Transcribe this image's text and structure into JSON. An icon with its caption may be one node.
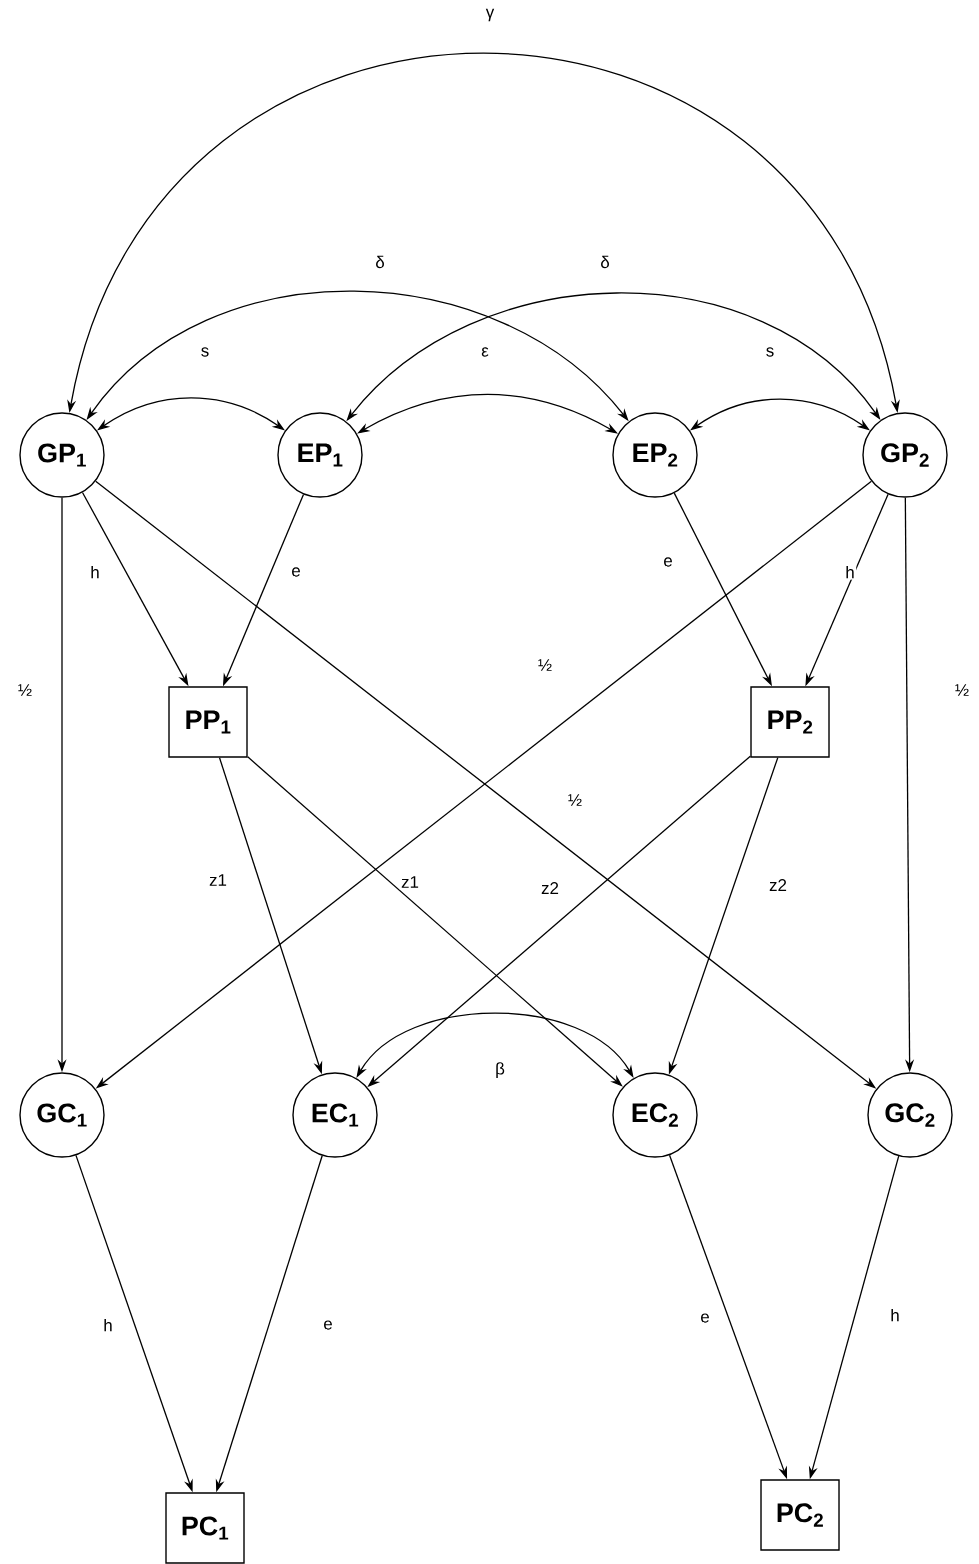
{
  "diagram": {
    "nodes": [
      {
        "text": [
          "GP$_{1}$"
        ]
      },
      {
        "text": [
          "EP$_{1}$"
        ]
      },
      {
        "text": [
          "EP$_{2}$"
        ]
      },
      {
        "text": [
          "GP$_{2}$"
        ]
      },
      {
        "text": [
          "PP$_{1}$"
        ]
      },
      {
        "text": [
          "PP$_{2}$"
        ]
      },
      {
        "text": [
          "GC$_{1}$"
        ]
      },
      {
        "text": [
          "EC$_{1}$"
        ]
      },
      {
        "text": [
          "EC$_{2}$"
        ]
      },
      {
        "text": [
          "GC$_{2}$"
        ]
      },
      {
        "text": [
          "PC$_{1}$"
        ]
      },
      {
        "text": [
          "PC$_{2}$"
        ]
      }
    ],
    "edges": [
      {
        "from": 0,
        "to": 3,
        "arrow": "both",
        "label": "γ"
      },
      {
        "from": 0,
        "to": 2,
        "arrow": "both",
        "label": "δ"
      },
      {
        "from": 1,
        "to": 3,
        "arrow": "both",
        "label": "δ"
      },
      {
        "from": 0,
        "to": 1,
        "arrow": "both",
        "label": "s"
      },
      {
        "from": 1,
        "to": 2,
        "arrow": "both",
        "label": "ε"
      },
      {
        "from": 2,
        "to": 3,
        "arrow": "both",
        "label": "s"
      },
      {
        "from": 0,
        "to": 4,
        "arrow": "to",
        "label": "h"
      },
      {
        "from": 1,
        "to": 4,
        "arrow": "to",
        "label": "e"
      },
      {
        "from": 2,
        "to": 5,
        "arrow": "to",
        "label": "e"
      },
      {
        "from": 3,
        "to": 5,
        "arrow": "to",
        "label": "h"
      },
      {
        "from": 0,
        "to": 6,
        "arrow": "to",
        "label": "½"
      },
      {
        "from": 3,
        "to": 6,
        "arrow": "to",
        "label": "½"
      },
      {
        "from": 0,
        "to": 9,
        "arrow": "to",
        "label": "½"
      },
      {
        "from": 3,
        "to": 9,
        "arrow": "to",
        "label": "½"
      },
      {
        "from": 4,
        "to": 7,
        "arrow": "to",
        "label": "z1"
      },
      {
        "from": 4,
        "to": 8,
        "arrow": "to",
        "label": "z1"
      },
      {
        "from": 5,
        "to": 7,
        "arrow": "to",
        "label": "z2"
      },
      {
        "from": 5,
        "to": 8,
        "arrow": "to",
        "label": "z2"
      },
      {
        "from": 7,
        "to": 8,
        "arrow": "both",
        "label": "β"
      },
      {
        "from": 6,
        "to": 10,
        "arrow": "to",
        "label": "h"
      },
      {
        "from": 7,
        "to": 10,
        "arrow": "to",
        "label": "e"
      },
      {
        "from": 8,
        "to": 11,
        "arrow": "to",
        "label": "e"
      },
      {
        "from": 9,
        "to": 11,
        "arrow": "to",
        "label": "h"
      }
    ]
  }
}
